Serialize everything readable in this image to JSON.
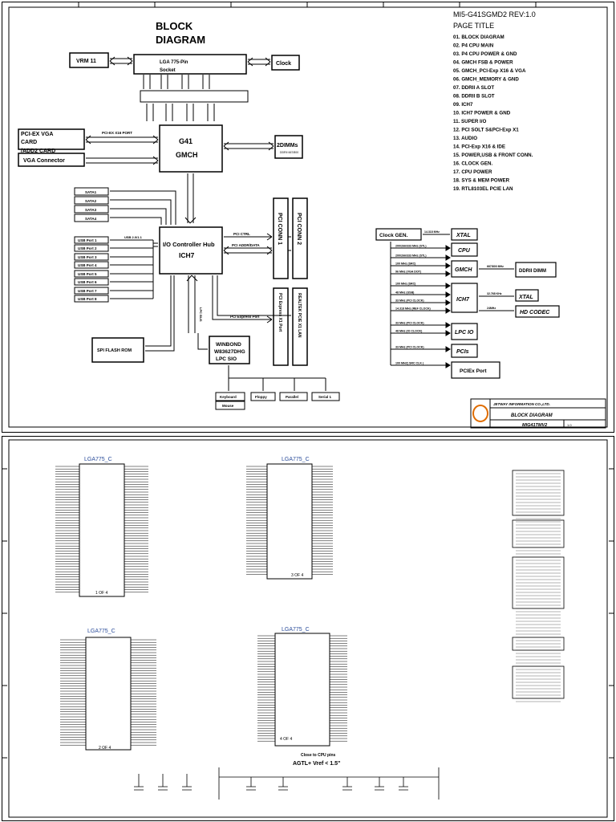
{
  "sheet1": {
    "title_line1": "BLOCK",
    "title_line2": "DIAGRAM",
    "model_rev": "MI5-G41SGMD2 REV:1.0",
    "page_title_label": "PAGE TITLE",
    "page_list": [
      "01. BLOCK DIAGRAM",
      "02. P4 CPU MAIN",
      "03. P4 CPU POWER & GND",
      "04. GMCH FSB & POWER",
      "05. GMCH_PCI-Exp X16 & VGA",
      "06. GMCH_MEMORY & GND",
      "07. DDRII A SLOT",
      "08. DDRII B SLOT",
      "09. ICH7",
      "10. ICH7 POWER & GND",
      "11. SUPER I/O",
      "12. PCI SOLT S&PCI-Exp X1",
      "13. AUDIO",
      "14. PCI-Exp X16 & IDE",
      "15. POWER,USB & FRONT CONN.",
      "16. CLOCK GEN.",
      "17. CPU POWER",
      "18. SYS & MEM POWER",
      "19. RTL8103EL PCIE LAN"
    ],
    "vrm": "VRM 11",
    "socket_line1": "LGA 775-Pin",
    "socket_line2": "Socket",
    "clock": "Clock",
    "pciex_vga_line1": "PCI-EX VGA",
    "pciex_vga_line2": "CARD",
    "pciex_vga_line3": "/ADD2 CARD",
    "pciex_x16_port": "PCI-EX X16 PORT",
    "vga_connector": "VGA Connector",
    "gmch_line1": "G41",
    "gmch_line2": "GMCH",
    "dimms": "2DIMMs",
    "dimms_sub": "DDRII 667/800",
    "sata": [
      "SATA1",
      "SATA2",
      "SATA3",
      "SATA4"
    ],
    "usb": [
      "USB Port 1",
      "USB Port 2",
      "USB Port 3",
      "USB Port 4",
      "USB Port 5",
      "USB Port 6",
      "USB Port 7",
      "USB Port 8"
    ],
    "usb_bus": "USB 2.0/1.1",
    "ich7_line1": "I/O Controller Hub",
    "ich7_line2": "ICH7",
    "pci_ctrl": "PCI CTRL",
    "pci_addr": "PCI ADDR/DATA",
    "pci_conn1": "PCI CONN 1",
    "pci_conn2": "PCI CONN 2",
    "pcie_x1": "PCI Express X1 Port",
    "realtek": "REALTEK PCIE X1 LAN",
    "pci_express_port": "PCI Express Port",
    "spi_flash": "SPI FLASH ROM",
    "lpc_bus": "LPC BUS",
    "sio_line1": "WINBOND",
    "sio_line2": "W83627DHG",
    "sio_line3": "LPC SIO",
    "keyboard": "Keyboard",
    "mouse": "Mouse",
    "floppy": "Floppy",
    "parallel": "Parallel",
    "serial": "Serial 1",
    "clockgen": "Clock GEN.",
    "xtal": "XTAL",
    "xtal_freq": "14.318 MHz",
    "cpu": "CPU",
    "gmch": "GMCH",
    "ich7": "ICH7",
    "lpcio": "LPC IO",
    "pcis": "PCIs",
    "pciex_port": "PCIEx Port",
    "ddrii_dimm": "DDRII DIMM",
    "gmch_ddr_freq": "667/800 MHz",
    "xtal2": "XTAL",
    "xtal2_freq": "32.768 KHz",
    "hd_codec": "HD CODEC",
    "codec_freq": "24MHz",
    "clock_lines": [
      "200/266/333 MHz (STL)",
      "200/266/333 MHz (STL)",
      "100 MHz (SRC)",
      "96 MHz (VGA DOT)",
      "100 MHz (SRC)",
      "48 MHz (USB)",
      "33 MHz (PCI CLOCK)",
      "14.318 MHz (REF CLOCK)",
      "33 MHz (PCI CLOCK)",
      "48 MHz (IO CLOCK)",
      "33 MHz (PCI CLOCK)",
      "100 MHZ( SRC CLK )"
    ],
    "company": "JETWAY INFORMATION CO.,LTD.",
    "tb_title": "BLOCK DIAGRAM",
    "tb_model": "MIG41TMV2",
    "tb_rev": "1.0"
  },
  "sheet2": {
    "cpu_label": "LGA775_C",
    "part1": "1 OF 4",
    "part2": "2 OF 4",
    "part3": "3 OF 4",
    "part4": "4 OF 4",
    "close_note": "Close to CPU pins",
    "agtl_note": "AGTL+ Vref < 1.5\""
  }
}
